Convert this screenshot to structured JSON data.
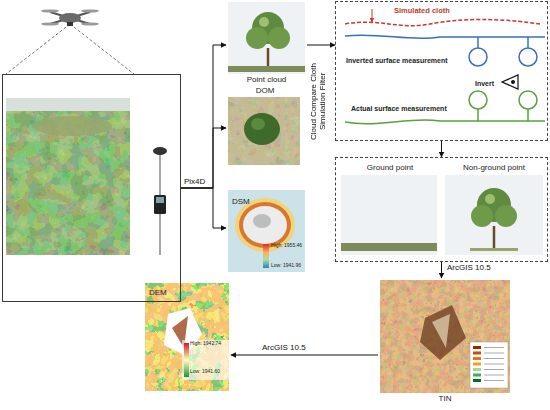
{
  "diagram": {
    "nodes": [
      {
        "text": []
      },
      {
        "text": [
          "Point cloud"
        ]
      },
      {
        "text": [
          "DOM"
        ]
      },
      {
        "text": [
          "DSM",
          "High: 1955.46",
          "Low: 1941.96"
        ]
      },
      {
        "text": [
          "DEM",
          "High: 1942.74",
          "Low: 1941.60"
        ]
      },
      {
        "text": [
          "Simulated cloth",
          "Inverted surface measurement",
          "Invert",
          "Actual surface measurement"
        ]
      },
      {
        "text": []
      },
      {
        "text": [
          "Ground point"
        ],
        "in": 6
      },
      {
        "text": [
          "Non-ground point"
        ],
        "in": 6
      },
      {
        "text": [
          "TIN"
        ]
      }
    ],
    "edges": [
      {
        "from": 0,
        "to": 1,
        "arrow": "to",
        "label": "Pix4D"
      },
      {
        "from": 0,
        "to": 2,
        "arrow": "to"
      },
      {
        "from": 0,
        "to": 3,
        "arrow": "to"
      },
      {
        "from": 1,
        "to": 5,
        "arrow": "to",
        "label": "Cloud Compare Cloth Simulation Filter"
      },
      {
        "from": 5,
        "to": 6,
        "arrow": "to"
      },
      {
        "from": 6,
        "to": 9,
        "arrow": "to",
        "label": "ArcGIS 10.5"
      },
      {
        "from": 9,
        "to": 4,
        "arrow": "to",
        "label": "ArcGIS 10.5"
      }
    ]
  }
}
